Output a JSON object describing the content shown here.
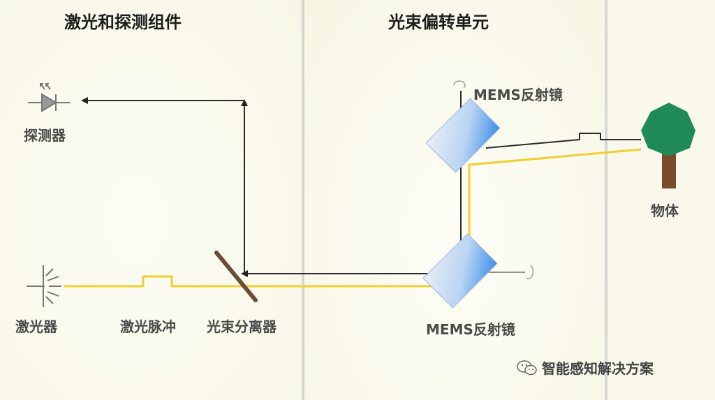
{
  "sections": {
    "left_title": "激光和探测组件",
    "middle_title": "光束偏转单元"
  },
  "labels": {
    "detector": "探测器",
    "laser": "激光器",
    "laser_pulse": "激光脉冲",
    "beam_splitter": "光束分离器",
    "mems_top": "MEMS反射镜",
    "mems_bottom": "MEMS反射镜",
    "object": "物体"
  },
  "watermark": "智能感知解决方案",
  "colors": {
    "laser_beam": "#f2cf2e",
    "return_beam": "#2a2a2a",
    "tree_canopy": "#1e8a55",
    "tree_trunk": "#7a4a2a",
    "splitter": "#6b4c38",
    "mirror_blue": "#3d8fe8"
  }
}
